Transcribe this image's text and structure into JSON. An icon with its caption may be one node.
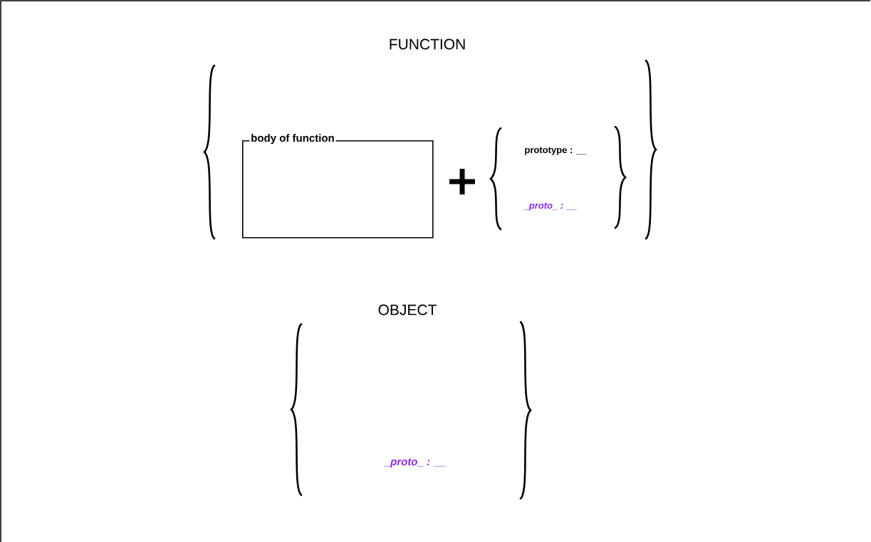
{
  "diagram": {
    "nodes": [
      {
        "text": [
          "body of function"
        ]
      }
    ],
    "labels": [
      "FUNCTION",
      "prototype : __",
      "_proto_ : __",
      "OBJECT",
      "_proto_ : __"
    ]
  }
}
